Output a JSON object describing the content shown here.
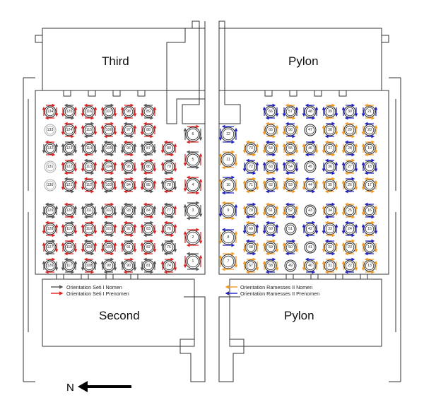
{
  "labels": {
    "third": "Third",
    "pylon_top": "Pylon",
    "second": "Second",
    "pylon_bottom": "Pylon",
    "north": "N"
  },
  "legend": {
    "left": [
      {
        "label": "Orientation Seti I Nomen",
        "color": "#555555"
      },
      {
        "label": "Orientation Seti I Prenomen",
        "color": "#e02020"
      }
    ],
    "right": [
      {
        "label": "Orientation Ramesses II Nomen",
        "color": "#f39a1e"
      },
      {
        "label": "Orientation Ramesses II Prenomen",
        "color": "#2020c8"
      }
    ]
  },
  "colors": {
    "seti_nomen": "#555555",
    "seti_prenomen": "#e02020",
    "ramesses_nomen": "#f39a1e",
    "ramesses_prenomen": "#2020c8",
    "wall": "#333333"
  },
  "columns": {
    "left_hall": [
      [
        134,
        125,
        116,
        107,
        98,
        89
      ],
      [
        133,
        124,
        115,
        106,
        97,
        88
      ],
      [
        132,
        123,
        114,
        105,
        96,
        87,
        80
      ],
      [
        131,
        122,
        113,
        104,
        95,
        86,
        79
      ],
      [
        130,
        121,
        112,
        103,
        94,
        85,
        78
      ],
      [
        129,
        120,
        111,
        102,
        93,
        84,
        77
      ],
      [
        128,
        119,
        110,
        101,
        92,
        83,
        76
      ],
      [
        127,
        118,
        109,
        100,
        91,
        82,
        75
      ],
      [
        126,
        117,
        108,
        99,
        90,
        81,
        74
      ]
    ],
    "left_axis": [
      6,
      5,
      4,
      3,
      2,
      1
    ],
    "right_axis": [
      12,
      11,
      10,
      9,
      8,
      7
    ],
    "right_hall": [
      [
        66,
        57,
        48,
        39,
        30,
        21
      ],
      [
        65,
        56,
        47,
        38,
        29,
        20
      ],
      [
        73,
        64,
        55,
        46,
        37,
        28,
        19
      ],
      [
        72,
        63,
        54,
        45,
        36,
        27,
        18
      ],
      [
        71,
        62,
        53,
        44,
        35,
        26,
        17
      ],
      [
        70,
        61,
        52,
        43,
        34,
        25,
        16
      ],
      [
        69,
        60,
        51,
        42,
        33,
        24,
        15
      ],
      [
        68,
        59,
        50,
        41,
        32,
        23,
        14
      ],
      [
        67,
        58,
        49,
        40,
        31,
        22,
        13
      ]
    ]
  }
}
